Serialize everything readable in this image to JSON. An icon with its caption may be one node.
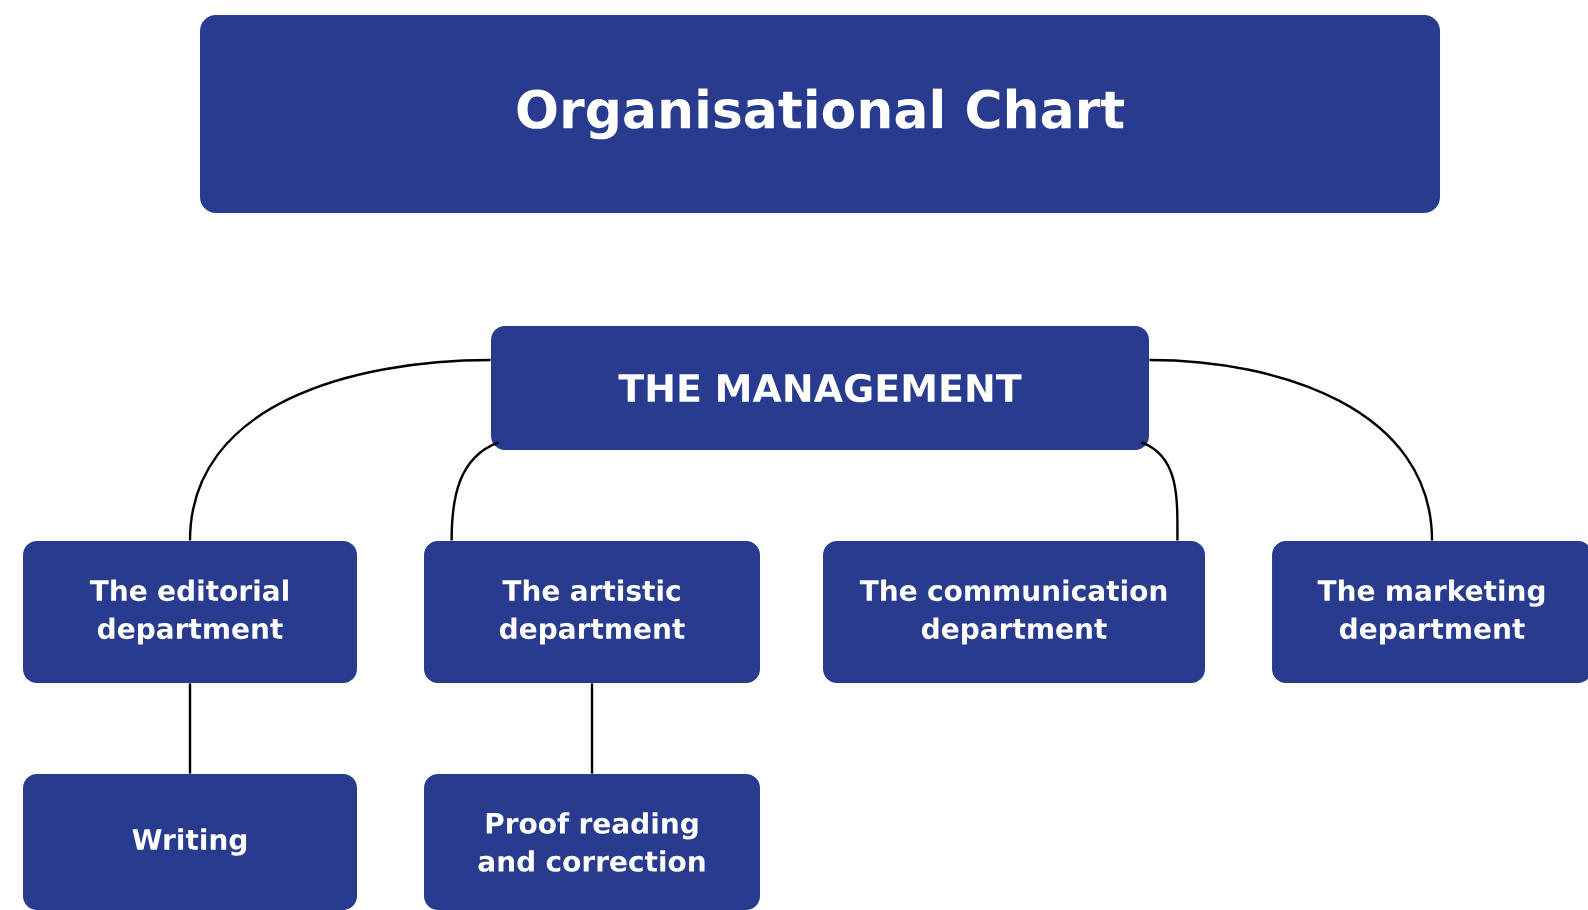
{
  "diagram": {
    "title": "Organisational Chart",
    "nodes": [
      {
        "text": [
          "THE MANAGEMENT"
        ]
      },
      {
        "text": [
          "The editorial department"
        ]
      },
      {
        "text": [
          "The artistic department"
        ]
      },
      {
        "text": [
          "The communication department"
        ]
      },
      {
        "text": [
          "The marketing department"
        ]
      },
      {
        "text": [
          "Writing"
        ]
      },
      {
        "text": [
          "Proof reading and correction"
        ]
      }
    ],
    "edges": [
      {
        "from": 0,
        "to": 1,
        "arrow": "none"
      },
      {
        "from": 0,
        "to": 2,
        "arrow": "none"
      },
      {
        "from": 0,
        "to": 3,
        "arrow": "none"
      },
      {
        "from": 0,
        "to": 4,
        "arrow": "none"
      },
      {
        "from": 1,
        "to": 5,
        "arrow": "none"
      },
      {
        "from": 2,
        "to": 6,
        "arrow": "none"
      }
    ]
  }
}
